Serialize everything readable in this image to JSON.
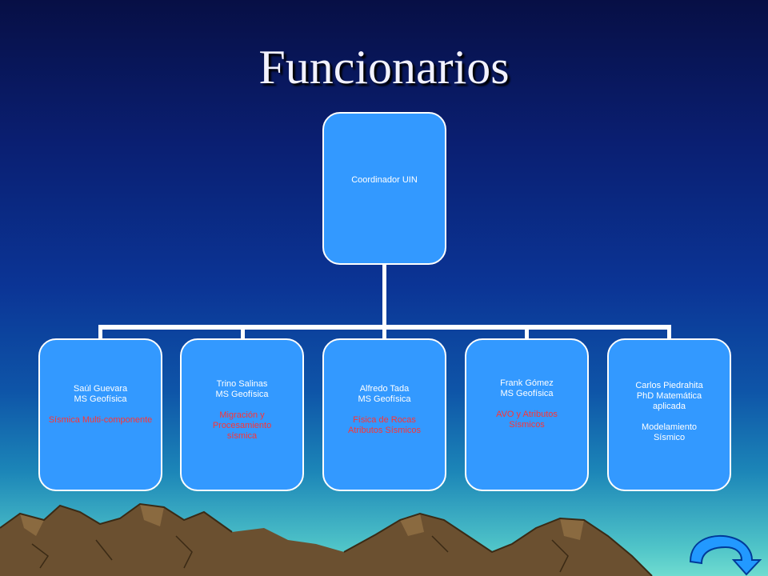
{
  "slide": {
    "title": "Funcionarios"
  },
  "org": {
    "root": {
      "label": "Coordinador UIN"
    },
    "children": [
      {
        "name": "Saúl Guevara",
        "degree": "MS Geofísica",
        "area": "Sísmica Multi-componente"
      },
      {
        "name": "Trino Salinas",
        "degree": "MS Geofísica",
        "area_line1": "Migración y",
        "area_line2": "Procesamiento",
        "area_line3": "sísmica"
      },
      {
        "name": "Alfredo Tada",
        "degree": "MS Geofísica",
        "area_line1": "Física de Rocas",
        "area_line2": "Atributos Sísmicos"
      },
      {
        "name": "Frank Gómez",
        "degree": "MS Geofísica",
        "area_line1": "AVO y Atributos",
        "area_line2": "Sísmicos"
      },
      {
        "name": "Carlos Piedrahita",
        "degree_line1": "PhD Matemática",
        "degree_line2": "aplicada",
        "area_line1": "Modelamiento",
        "area_line2": "Sísmico"
      }
    ]
  },
  "colors": {
    "box_fill": "#3399ff",
    "area_text": "#ff3333",
    "border": "#ffffff"
  },
  "nav": {
    "icon": "u-turn-arrow-icon"
  }
}
